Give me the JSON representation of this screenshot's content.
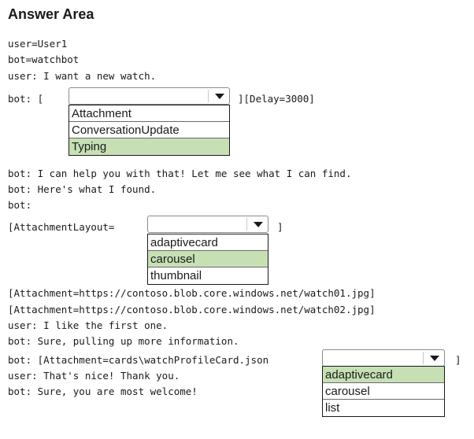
{
  "title": "Answer Area",
  "lines": {
    "l1": "user=User1",
    "l2": "bot=watchbot",
    "l3": "user: I want a new watch.",
    "l4_prefix": "bot: [",
    "l4_suffix": "][Delay=3000]",
    "l5": "bot: I can help you with that! Let me see what I can find.",
    "l6": "bot: Here's what I found.",
    "l7": "bot:",
    "l8_prefix": "[AttachmentLayout=",
    "l8_suffix": "]",
    "l9": "[Attachment=https://contoso.blob.core.windows.net/watch01.jpg]",
    "l10": "[Attachment=https://contoso.blob.core.windows.net/watch02.jpg]",
    "l11": "user: I like the first one.",
    "l12": "bot: Sure, pulling up more information.",
    "l13_prefix": "bot: [Attachment=cards\\watchProfileCard.json",
    "l13_suffix": "]",
    "l14": "user: That's nice! Thank you.",
    "l15": "bot: Sure, you are most welcome!"
  },
  "dropdown1": {
    "selected": "Typing",
    "options": [
      "Attachment",
      "ConversationUpdate",
      "Typing"
    ]
  },
  "dropdown2": {
    "selected": "carousel",
    "options": [
      "adaptivecard",
      "carousel",
      "thumbnail"
    ]
  },
  "dropdown3": {
    "selected": "adaptivecard",
    "options": [
      "adaptivecard",
      "carousel",
      "list"
    ]
  },
  "colors": {
    "selected_option": "#c6e0b4",
    "text": "#1a1a1a"
  },
  "icons": {
    "dropdown_arrow": "chevron-down-icon"
  }
}
